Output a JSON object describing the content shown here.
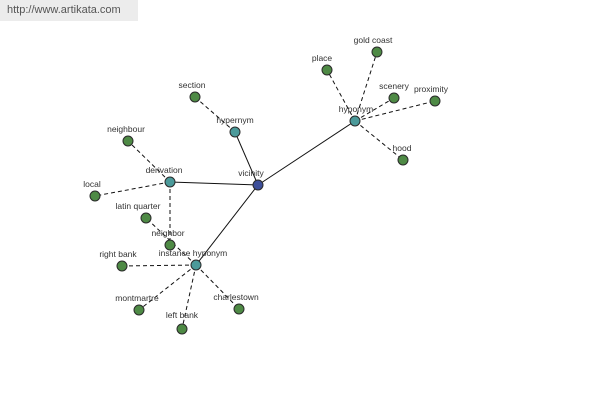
{
  "watermark": "http://www.artikata.com",
  "colors": {
    "center": "#3d4f9a",
    "relation": "#4b9a9a",
    "term": "#4e8a45",
    "label": "#333333"
  },
  "graph": {
    "center": {
      "id": "vicinity",
      "label": "vicinity"
    },
    "relations": [
      {
        "id": "hyponym_top",
        "label": "hyponym"
      },
      {
        "id": "hypernym",
        "label": "hypernym"
      },
      {
        "id": "derivation",
        "label": "derivation"
      },
      {
        "id": "instance_hyponym",
        "label": "instance hyponym"
      }
    ],
    "terms": [
      {
        "id": "gold_coast",
        "label": "gold coast",
        "parent": "hyponym_top"
      },
      {
        "id": "place",
        "label": "place",
        "parent": "hyponym_top"
      },
      {
        "id": "scenery",
        "label": "scenery",
        "parent": "hyponym_top"
      },
      {
        "id": "proximity",
        "label": "proximity",
        "parent": "hyponym_top"
      },
      {
        "id": "hood",
        "label": "hood",
        "parent": "hyponym_top"
      },
      {
        "id": "section",
        "label": "section",
        "parent": "hypernym"
      },
      {
        "id": "neighbour",
        "label": "neighbour",
        "parent": "derivation"
      },
      {
        "id": "local",
        "label": "local",
        "parent": "derivation"
      },
      {
        "id": "latin_quarter",
        "label": "latin quarter",
        "parent": "instance_hyponym"
      },
      {
        "id": "neighbor",
        "label": "neighbor",
        "parent": "derivation"
      },
      {
        "id": "right_bank",
        "label": "right bank",
        "parent": "instance_hyponym"
      },
      {
        "id": "montmartre",
        "label": "montmartre",
        "parent": "instance_hyponym"
      },
      {
        "id": "left_bank",
        "label": "left bank",
        "parent": "instance_hyponym"
      },
      {
        "id": "charlestown",
        "label": "charlestown",
        "parent": "instance_hyponym"
      }
    ]
  }
}
